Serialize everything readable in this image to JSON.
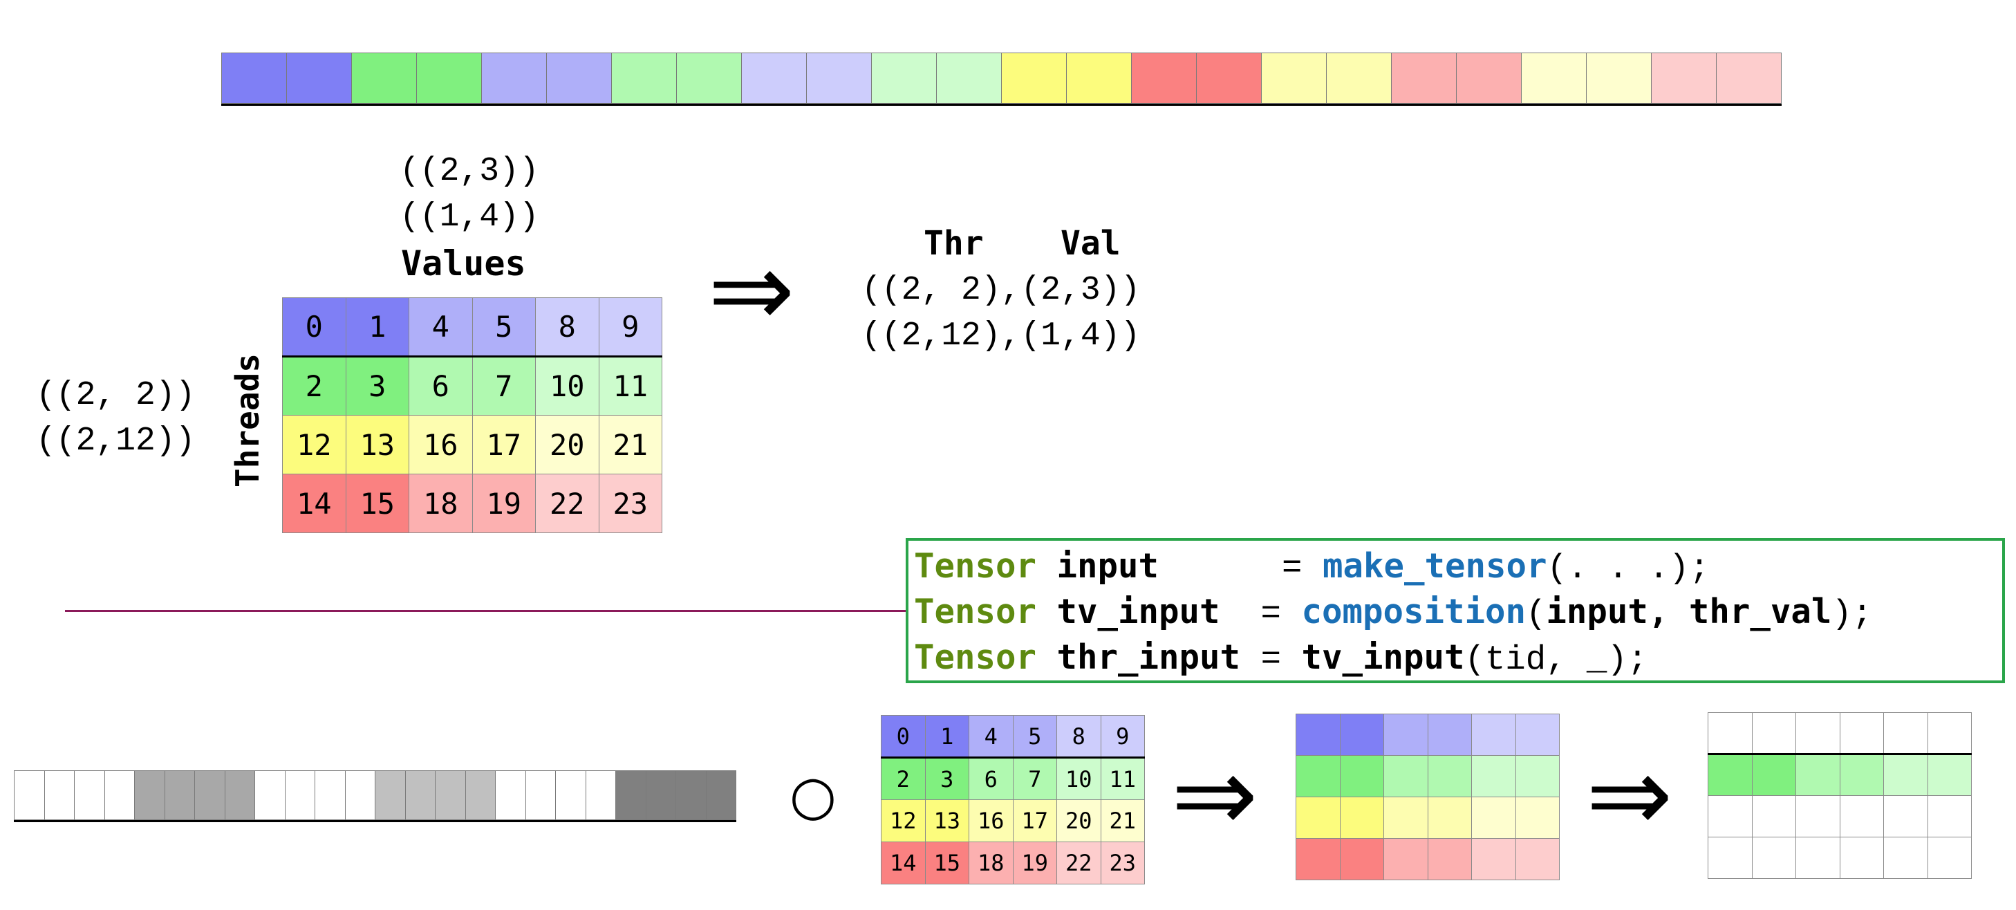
{
  "colors": {
    "blue": [
      "#7f7ff5",
      "#afaff9",
      "#cdcdfc"
    ],
    "green": [
      "#80f07f",
      "#b0f9b0",
      "#cdfccd"
    ],
    "yellow": [
      "#fcfc7d",
      "#fdfdb0",
      "#fefecf"
    ],
    "red": [
      "#fa8181",
      "#fcb0b0",
      "#fdcdcd"
    ],
    "gray": [
      "#ffffff",
      "#a8a8a8",
      "#c0c0c0",
      "#808080"
    ],
    "code_box_border": "#2aa54a",
    "divider_line": "#8b1a5a",
    "keyword": "#5e8a10",
    "function": "#1a6fb5"
  },
  "top_strip": {
    "cells": [
      "blue0",
      "blue0",
      "green0",
      "green0",
      "blue1",
      "blue1",
      "green1",
      "green1",
      "blue2",
      "blue2",
      "green2",
      "green2",
      "yellow0",
      "yellow0",
      "red0",
      "red0",
      "yellow1",
      "yellow1",
      "red1",
      "red1",
      "yellow2",
      "yellow2",
      "red2",
      "red2"
    ]
  },
  "value_shape": {
    "line1": "((2,3))",
    "line2": "((1,4))",
    "title": "Values"
  },
  "thread_shape": {
    "line1": "((2, 2))",
    "line2": "((2,12))",
    "title": "Threads"
  },
  "tv_layout": {
    "header_thr": "Thr",
    "header_val": "Val",
    "line1": "((2, 2),(2,3))",
    "line2": "((2,12),(1,4))"
  },
  "arrow_glyph": "⇒",
  "compose_glyph": "○",
  "grid": {
    "rows": [
      [
        {
          "label": "0",
          "color": "blue0"
        },
        {
          "label": "1",
          "color": "blue0"
        },
        {
          "label": "4",
          "color": "blue1"
        },
        {
          "label": "5",
          "color": "blue1"
        },
        {
          "label": "8",
          "color": "blue2"
        },
        {
          "label": "9",
          "color": "blue2"
        }
      ],
      [
        {
          "label": "2",
          "color": "green0"
        },
        {
          "label": "3",
          "color": "green0"
        },
        {
          "label": "6",
          "color": "green1"
        },
        {
          "label": "7",
          "color": "green1"
        },
        {
          "label": "10",
          "color": "green2"
        },
        {
          "label": "11",
          "color": "green2"
        }
      ],
      [
        {
          "label": "12",
          "color": "yellow0"
        },
        {
          "label": "13",
          "color": "yellow0"
        },
        {
          "label": "16",
          "color": "yellow1"
        },
        {
          "label": "17",
          "color": "yellow1"
        },
        {
          "label": "20",
          "color": "yellow2"
        },
        {
          "label": "21",
          "color": "yellow2"
        }
      ],
      [
        {
          "label": "14",
          "color": "red0"
        },
        {
          "label": "15",
          "color": "red0"
        },
        {
          "label": "18",
          "color": "red1"
        },
        {
          "label": "19",
          "color": "red1"
        },
        {
          "label": "22",
          "color": "red2"
        },
        {
          "label": "23",
          "color": "red2"
        }
      ]
    ]
  },
  "code": {
    "line1": {
      "type": "Tensor",
      "name": "input",
      "eq": "=",
      "fn": "make_tensor",
      "args": "(. . .);"
    },
    "line2": {
      "type": "Tensor",
      "name": "tv_input",
      "eq": "=",
      "fn": "composition",
      "open": "(",
      "args": "input, thr_val",
      "close": ");"
    },
    "line3": {
      "type": "Tensor",
      "name": "thr_input",
      "eq": "=",
      "fn": "tv_input",
      "open": "(",
      "args": "tid, _",
      "close": ");"
    }
  },
  "bottom_strip": {
    "cells": [
      "gray0",
      "gray0",
      "gray0",
      "gray0",
      "gray1",
      "gray1",
      "gray1",
      "gray1",
      "gray0",
      "gray0",
      "gray0",
      "gray0",
      "gray2",
      "gray2",
      "gray2",
      "gray2",
      "gray0",
      "gray0",
      "gray0",
      "gray0",
      "gray3",
      "gray3",
      "gray3",
      "gray3"
    ]
  },
  "result_grid": {
    "rows": [
      [
        "blue0",
        "blue0",
        "blue1",
        "blue1",
        "blue2",
        "blue2"
      ],
      [
        "green0",
        "green0",
        "green1",
        "green1",
        "green2",
        "green2"
      ],
      [
        "yellow0",
        "yellow0",
        "yellow1",
        "yellow1",
        "yellow2",
        "yellow2"
      ],
      [
        "red0",
        "red0",
        "red1",
        "red1",
        "red2",
        "red2"
      ]
    ]
  },
  "thread_slice_grid": {
    "rows": [
      [
        "gray0",
        "gray0",
        "gray0",
        "gray0",
        "gray0",
        "gray0"
      ],
      [
        "green0",
        "green0",
        "green1",
        "green1",
        "green2",
        "green2"
      ],
      [
        "gray0",
        "gray0",
        "gray0",
        "gray0",
        "gray0",
        "gray0"
      ],
      [
        "gray0",
        "gray0",
        "gray0",
        "gray0",
        "gray0",
        "gray0"
      ]
    ]
  }
}
